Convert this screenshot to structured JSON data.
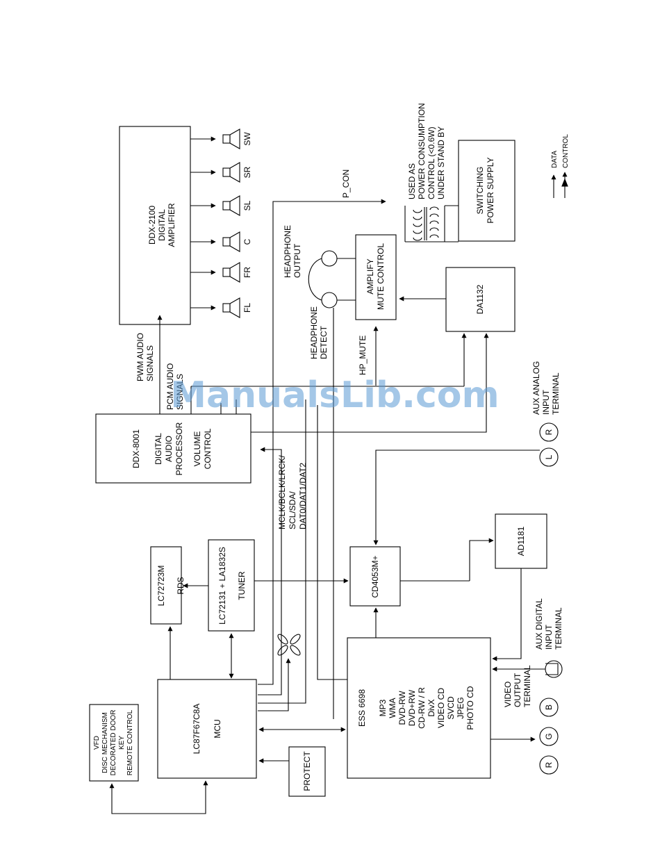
{
  "watermark": "ManualsLib.com",
  "legend": {
    "data": "DATA",
    "control": "CONTROL"
  },
  "amplifier": {
    "lines": [
      "DDX-2100",
      "DIGITAL",
      "AMPLIFIER"
    ]
  },
  "speakers": [
    "SW",
    "SR",
    "SL",
    "C",
    "FR",
    "FL"
  ],
  "power": {
    "note": [
      "USED AS",
      "POWER CONSUMPTION",
      "CONTROL (<0.6W)",
      "UNDER STAND BY"
    ],
    "supply": [
      "SWITCHING",
      "POWER SUPPLY"
    ],
    "p_con": "P_CON"
  },
  "headphone": {
    "output": [
      "HEADPHONE",
      "OUTPUT"
    ],
    "detect": [
      "HEADPHONE",
      "DETECT"
    ],
    "hp_mute": "HP_MUTE"
  },
  "mute": [
    "AMPLIFY",
    "MUTE CONTROL"
  ],
  "dac": "DA1132",
  "signals": {
    "pwm": [
      "PWM AUDIO",
      "SIGNALS"
    ],
    "pcm": [
      "PCM AUDIO",
      "SIGNALS"
    ],
    "bus": [
      "MCLK/BCLK/LRCK/",
      "SCL/SDA/",
      "DAT0/DAT1/DAT2"
    ]
  },
  "processor": [
    "DDX-8001",
    "DIGITAL",
    "AUDIO",
    "PROCESSOR",
    "VOLUME",
    "CONTROL"
  ],
  "aux_analog": {
    "label": [
      "AUX ANALOG",
      "INPUT",
      "TERMINAL"
    ],
    "r": "R",
    "l": "L"
  },
  "rds": [
    "LC72723M",
    "RDS"
  ],
  "tuner": [
    "LC72131 + LA1832S",
    "TUNER"
  ],
  "switch": "CD4053M+",
  "adc": "AD1181",
  "aux_digital": [
    "AUX DIGITAL",
    "INPUT",
    "TERMINAL"
  ],
  "decoder": [
    "ESS 6698",
    "MP3",
    "WMA",
    "DVD-RW",
    "DVD+RW",
    "CD-RW / R",
    "DivX",
    "VIDEO CD",
    "SVCD",
    "JPEG",
    "PHOTO CD"
  ],
  "mcu": [
    "LC87F67C8A",
    "MCU"
  ],
  "panel": [
    "VFD",
    "DISC MECHANISM",
    "DECORATED DOOR",
    "KEY",
    "REMOTE CONTROL"
  ],
  "protect": "PROTECT",
  "video": {
    "label": [
      "VIDEO",
      "OUTPUT",
      "TERMINAL"
    ],
    "r": "R",
    "g": "G",
    "b": "B"
  },
  "colors": {
    "ink": "#000000",
    "watermark": "#5b9bd5"
  }
}
